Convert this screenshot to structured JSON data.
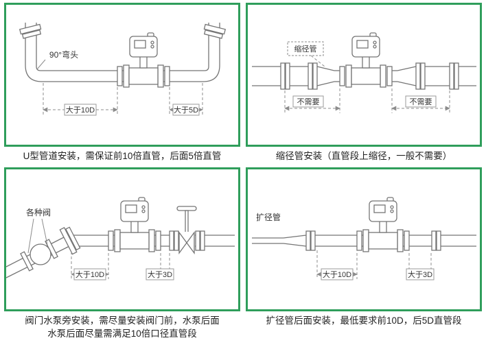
{
  "colors": {
    "frame": "#2f9e5b",
    "line": "#757575",
    "dim": "#8c8c8c",
    "text": "#333333"
  },
  "panels": [
    {
      "labels": {
        "elbow": "90°弯头",
        "dim_left": "大于10D",
        "dim_right": "大于5D"
      },
      "caption": "U型管道安装，需保证前10倍直管，后面5倍直管"
    },
    {
      "labels": {
        "reducer": "缩径管",
        "dim_left": "不需要",
        "dim_right": "不需要"
      },
      "caption": "缩径管安装（直管段上缩径，一般不需要）"
    },
    {
      "labels": {
        "valves": "各种阀",
        "dim_left": "大于10D",
        "dim_right": "大于3D"
      },
      "caption": "阀门水泵旁安装，需尽量安装阀门前，水泵后面\n水泵后面尽量需满足10倍口径直管段"
    },
    {
      "labels": {
        "expander": "扩径管",
        "dim_left": "大于10D",
        "dim_right": "大于3D"
      },
      "caption": "扩径管后面安装，最低要求前10D，后5D直管段"
    }
  ]
}
